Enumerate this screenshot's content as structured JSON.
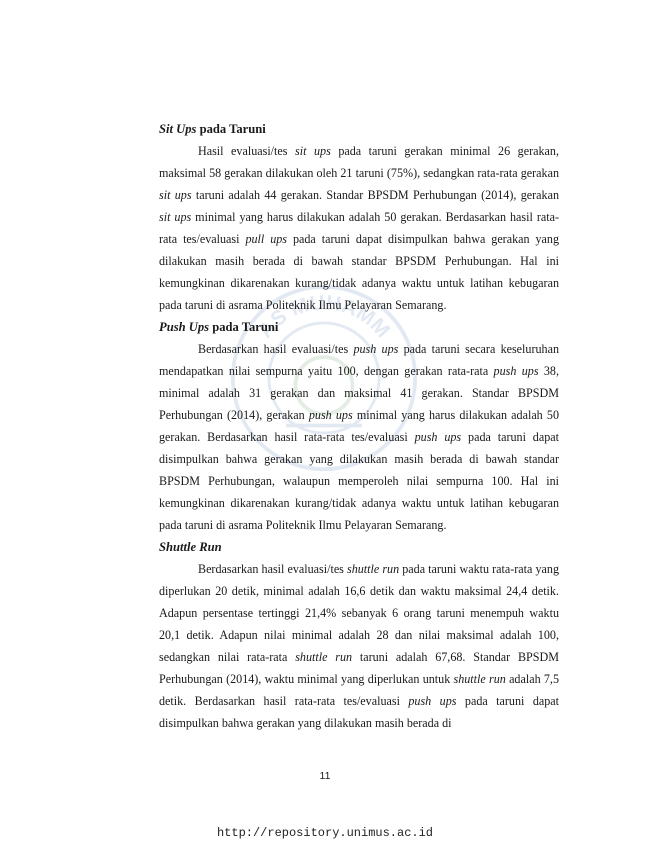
{
  "sections": [
    {
      "heading_italic": "Sit Ups",
      "heading_rest": " pada Taruni",
      "paragraph": [
        {
          "t": "Hasil evaluasi/tes "
        },
        {
          "i": "sit ups"
        },
        {
          "t": " pada taruni gerakan minimal 26 gerakan, maksimal 58 gerakan dilakukan oleh 21 taruni (75%), sedangkan rata-rata gerakan "
        },
        {
          "i": "sit ups"
        },
        {
          "t": " taruni adalah 44 gerakan. Standar BPSDM Perhubungan (2014), gerakan "
        },
        {
          "i": "sit ups"
        },
        {
          "t": " minimal yang harus dilakukan adalah 50 gerakan. Berdasarkan hasil rata-rata tes/evaluasi "
        },
        {
          "i": "pull ups"
        },
        {
          "t": " pada taruni dapat disimpulkan bahwa gerakan yang dilakukan masih berada di bawah standar BPSDM Perhubungan. Hal ini kemungkinan dikarenakan kurang/tidak adanya waktu untuk latihan kebugaran pada taruni di asrama Politeknik Ilmu Pelayaran Semarang."
        }
      ]
    },
    {
      "heading_italic": "Push Ups",
      "heading_rest": " pada Taruni",
      "paragraph": [
        {
          "t": "Berdasarkan hasil evaluasi/tes "
        },
        {
          "i": "push ups"
        },
        {
          "t": " pada taruni secara keseluruhan mendapatkan nilai sempurna yaitu 100, dengan gerakan rata-rata "
        },
        {
          "i": "push ups"
        },
        {
          "t": " 38, minimal adalah 31 gerakan dan maksimal 41 gerakan. Standar BPSDM Perhubungan (2014), gerakan "
        },
        {
          "i": "push ups"
        },
        {
          "t": " minimal yang harus dilakukan adalah 50 gerakan. Berdasarkan hasil rata-rata tes/evaluasi "
        },
        {
          "i": "push ups"
        },
        {
          "t": " pada taruni dapat disimpulkan bahwa gerakan yang dilakukan masih berada di bawah standar BPSDM Perhubungan, walaupun memperoleh nilai sempurna 100. Hal ini kemungkinan dikarenakan kurang/tidak adanya waktu untuk latihan kebugaran pada taruni di asrama Politeknik Ilmu Pelayaran Semarang."
        }
      ]
    },
    {
      "heading_italic": "Shuttle Run",
      "heading_rest": "",
      "paragraph": [
        {
          "t": "Berdasarkan hasil evaluasi/tes "
        },
        {
          "i": "shuttle run"
        },
        {
          "t": " pada taruni waktu  rata-rata yang diperlukan 20 detik, minimal adalah 16,6 detik dan waktu maksimal 24,4 detik. Adapun persentase tertinggi 21,4% sebanyak 6 orang taruni menempuh waktu 20,1 detik. Adapun nilai minimal adalah 28 dan nilai maksimal adalah 100, sedangkan nilai rata-rata "
        },
        {
          "i": "shuttle run"
        },
        {
          "t": " taruni adalah 67,68. Standar BPSDM Perhubungan (2014), waktu  minimal yang diperlukan untuk "
        },
        {
          "i": "shuttle run"
        },
        {
          "t": " adalah 7,5 detik. Berdasarkan hasil rata-rata tes/evaluasi "
        },
        {
          "i": "push ups"
        },
        {
          "t": " pada taruni dapat disimpulkan bahwa gerakan yang dilakukan masih berada di"
        }
      ]
    }
  ],
  "watermark_text": "AS MUHAMM",
  "page_number": "11",
  "footer_url": "http://repository.unimus.ac.id"
}
